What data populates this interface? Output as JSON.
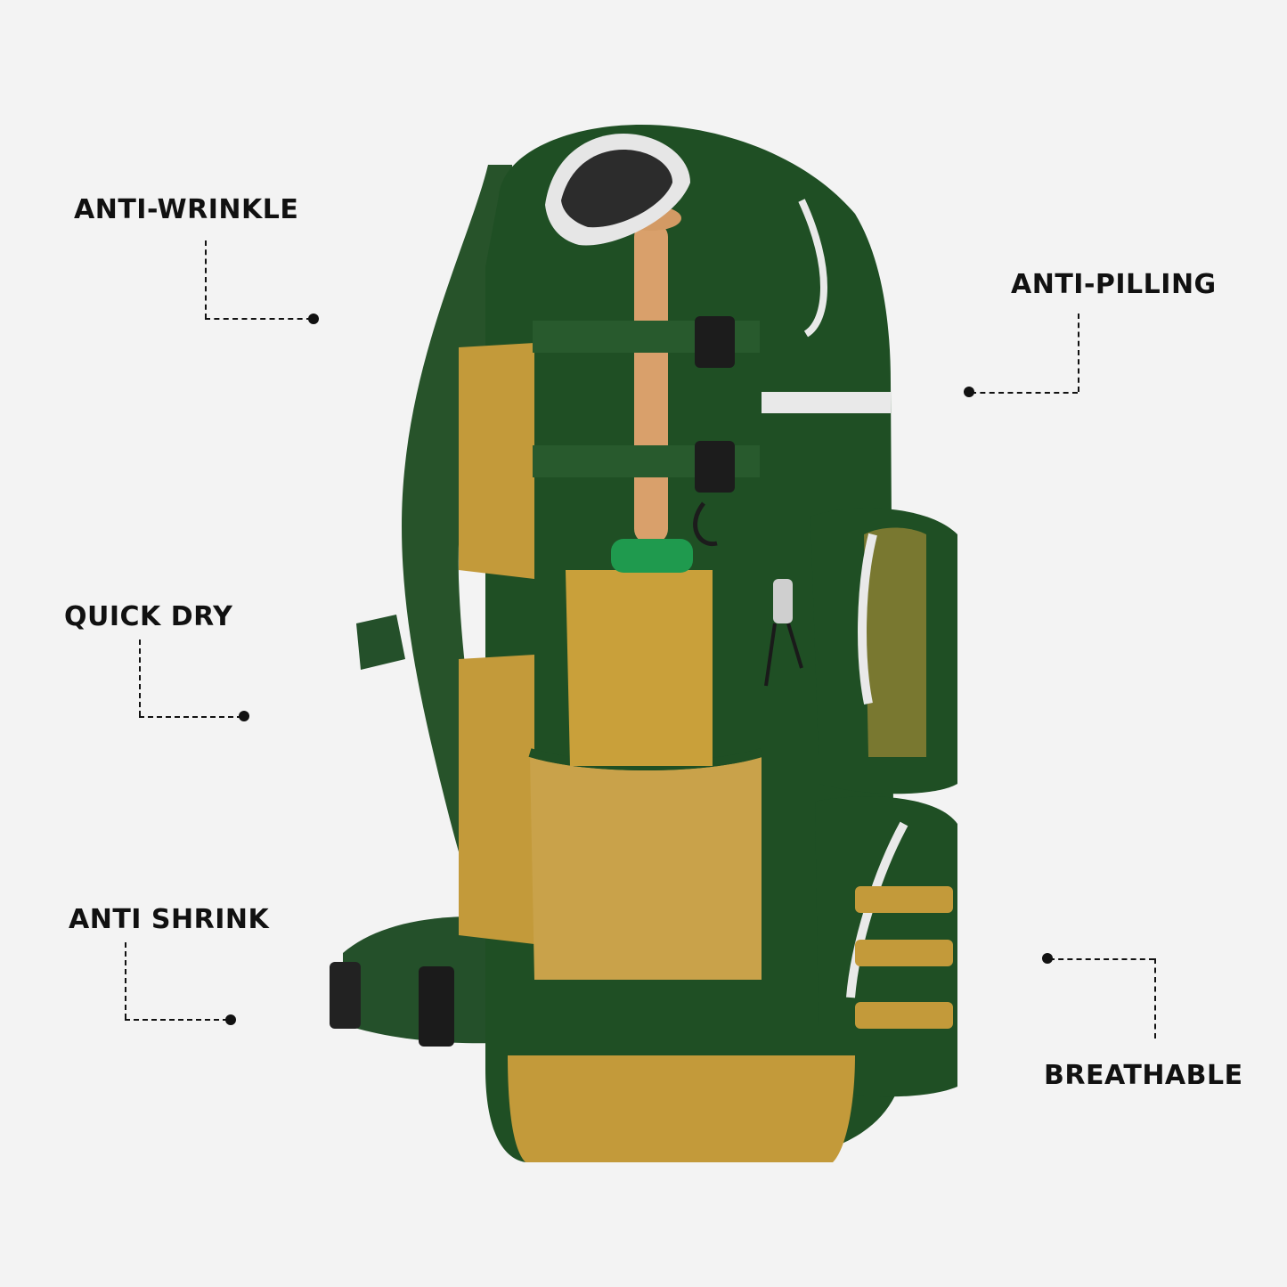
{
  "features": {
    "anti_wrinkle": "ANTI-WRINKLE",
    "anti_pilling": "ANTI-PILLING",
    "quick_dry": "QUICK DRY",
    "anti_shrink": "ANTI SHRINK",
    "breathable": "BREATHABLE"
  },
  "product": {
    "image": "baseball-backpack-side-view",
    "colors": {
      "primary": "#1f4f24",
      "accent": "#c39a3a",
      "trim": "#e9e9e9",
      "bat": "#d9a06b"
    }
  }
}
